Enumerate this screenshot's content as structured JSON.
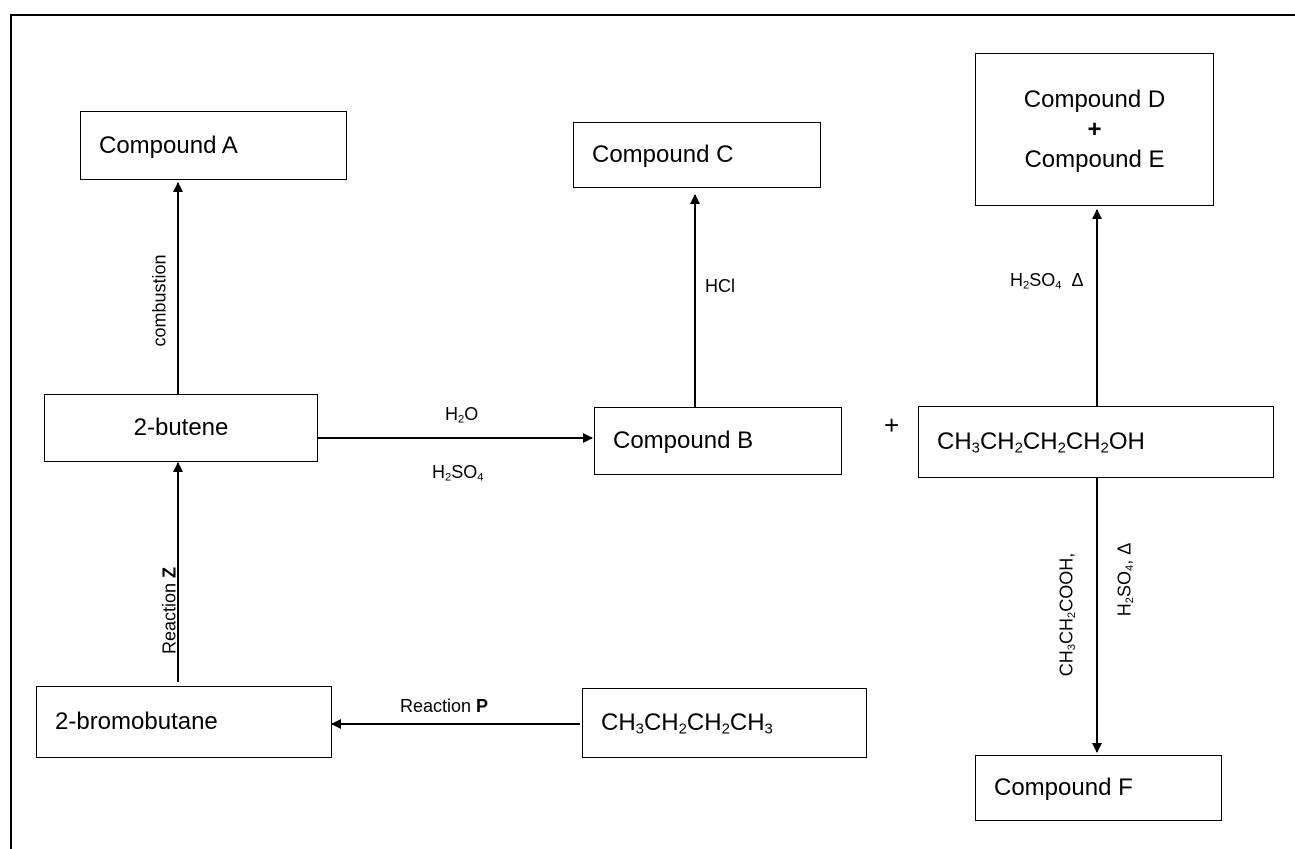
{
  "nodes": {
    "compound_a": "Compound A",
    "compound_c": "Compound C",
    "compound_d": "Compound D",
    "plus_de": "+",
    "compound_e": "Compound E",
    "butene": "2-butene",
    "compound_b": "Compound B",
    "plus_b_alcohol": "+",
    "butanol": [
      "CH",
      "3",
      "CH",
      "2",
      "CH",
      "2",
      "CH",
      "2",
      "OH"
    ],
    "bromobutane": "2-bromobutane",
    "butane": [
      "CH",
      "3",
      "CH",
      "2",
      "CH",
      "2",
      "CH",
      "3"
    ],
    "compound_f": "Compound F"
  },
  "labels": {
    "combustion": "combustion",
    "hcl": "HCl",
    "h2so4_delta_de": [
      "H",
      "2",
      "SO",
      "4",
      "  Δ"
    ],
    "water": [
      "H",
      "2",
      "O"
    ],
    "h2so4_bottom": [
      "H",
      "2",
      "SO",
      "4"
    ],
    "reaction_z_prefix": "Reaction ",
    "reaction_z_letter": "Z",
    "reaction_p_prefix": "Reaction ",
    "reaction_p_letter": "P",
    "propanoic_acid": [
      "CH",
      "3",
      "CH",
      "2",
      "COOH,"
    ],
    "h2so4_delta_f": [
      "H",
      "2",
      "SO",
      "4",
      ", Δ"
    ]
  }
}
